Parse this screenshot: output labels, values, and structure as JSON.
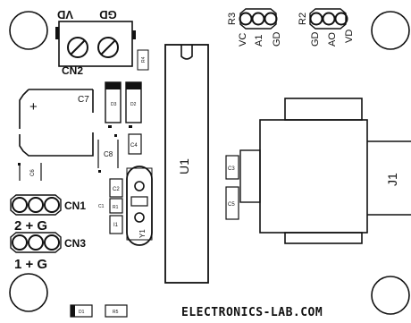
{
  "pcb": {
    "website": "ELECTRONICS-LAB.COM",
    "connectors": {
      "cn2": {
        "label": "CN2",
        "pins": [
          "VD",
          "GD"
        ]
      },
      "r3": {
        "label": "R3",
        "pins": [
          "VC",
          "A1",
          "GD"
        ]
      },
      "r2": {
        "label": "R2",
        "pins": [
          "GD",
          "AO",
          "VD"
        ]
      },
      "cn1": {
        "label": "CN1",
        "pins_text": "2 + G"
      },
      "cn3": {
        "label": "CN3",
        "pins_text": "1 + G"
      },
      "j1": {
        "label": "J1"
      }
    },
    "components": {
      "r4": "R4",
      "c7": "C7",
      "c7_polarity": "+",
      "d3": "D3",
      "d2": "D2",
      "c8": "C8",
      "c4": "C4",
      "c6": "C6",
      "c2": "C2",
      "c1": "C1",
      "r1": "R1",
      "i1": "I1",
      "y1": "Y1",
      "u1": "U1",
      "c3": "C3",
      "c5": "C5",
      "d1": "D1",
      "r5": "R5"
    }
  }
}
